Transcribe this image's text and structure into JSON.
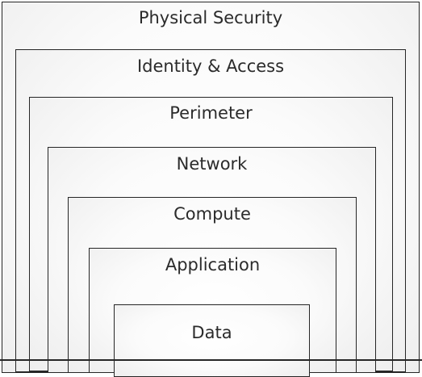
{
  "diagram": {
    "layers": [
      {
        "label": "Physical Security"
      },
      {
        "label": "Identity & Access"
      },
      {
        "label": "Perimeter"
      },
      {
        "label": "Network"
      },
      {
        "label": "Compute"
      },
      {
        "label": "Application"
      },
      {
        "label": "Data"
      }
    ]
  }
}
